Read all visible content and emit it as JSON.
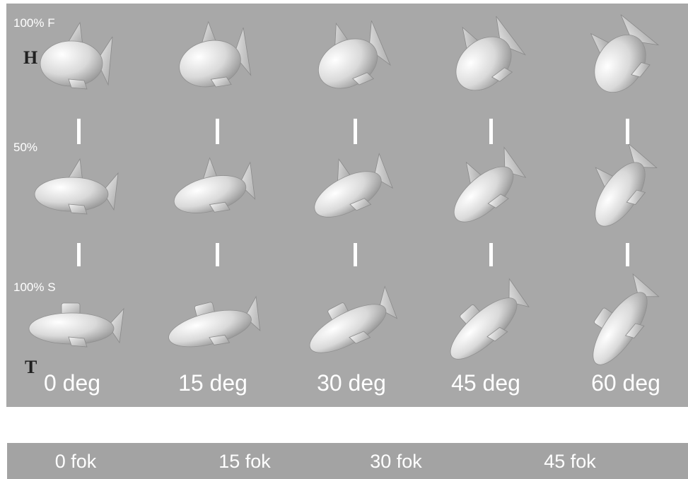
{
  "figure": {
    "row_labels": [
      "100% F",
      "50%",
      "100% S"
    ],
    "corner_marks": [
      "H",
      "T"
    ],
    "angle_labels": [
      "0 deg",
      "15 deg",
      "30 deg",
      "45 deg",
      "60 deg"
    ]
  },
  "bottom_bar": {
    "labels": [
      "0 fok",
      "15 fok",
      "30 fok",
      "45 fok"
    ]
  },
  "colors": {
    "panel_background": "#a8a8a8",
    "bar_background": "#a3a3a3",
    "label_text": "#ffffff",
    "hull_light": "#ffffff",
    "hull_dark": "#8e8e8e"
  }
}
